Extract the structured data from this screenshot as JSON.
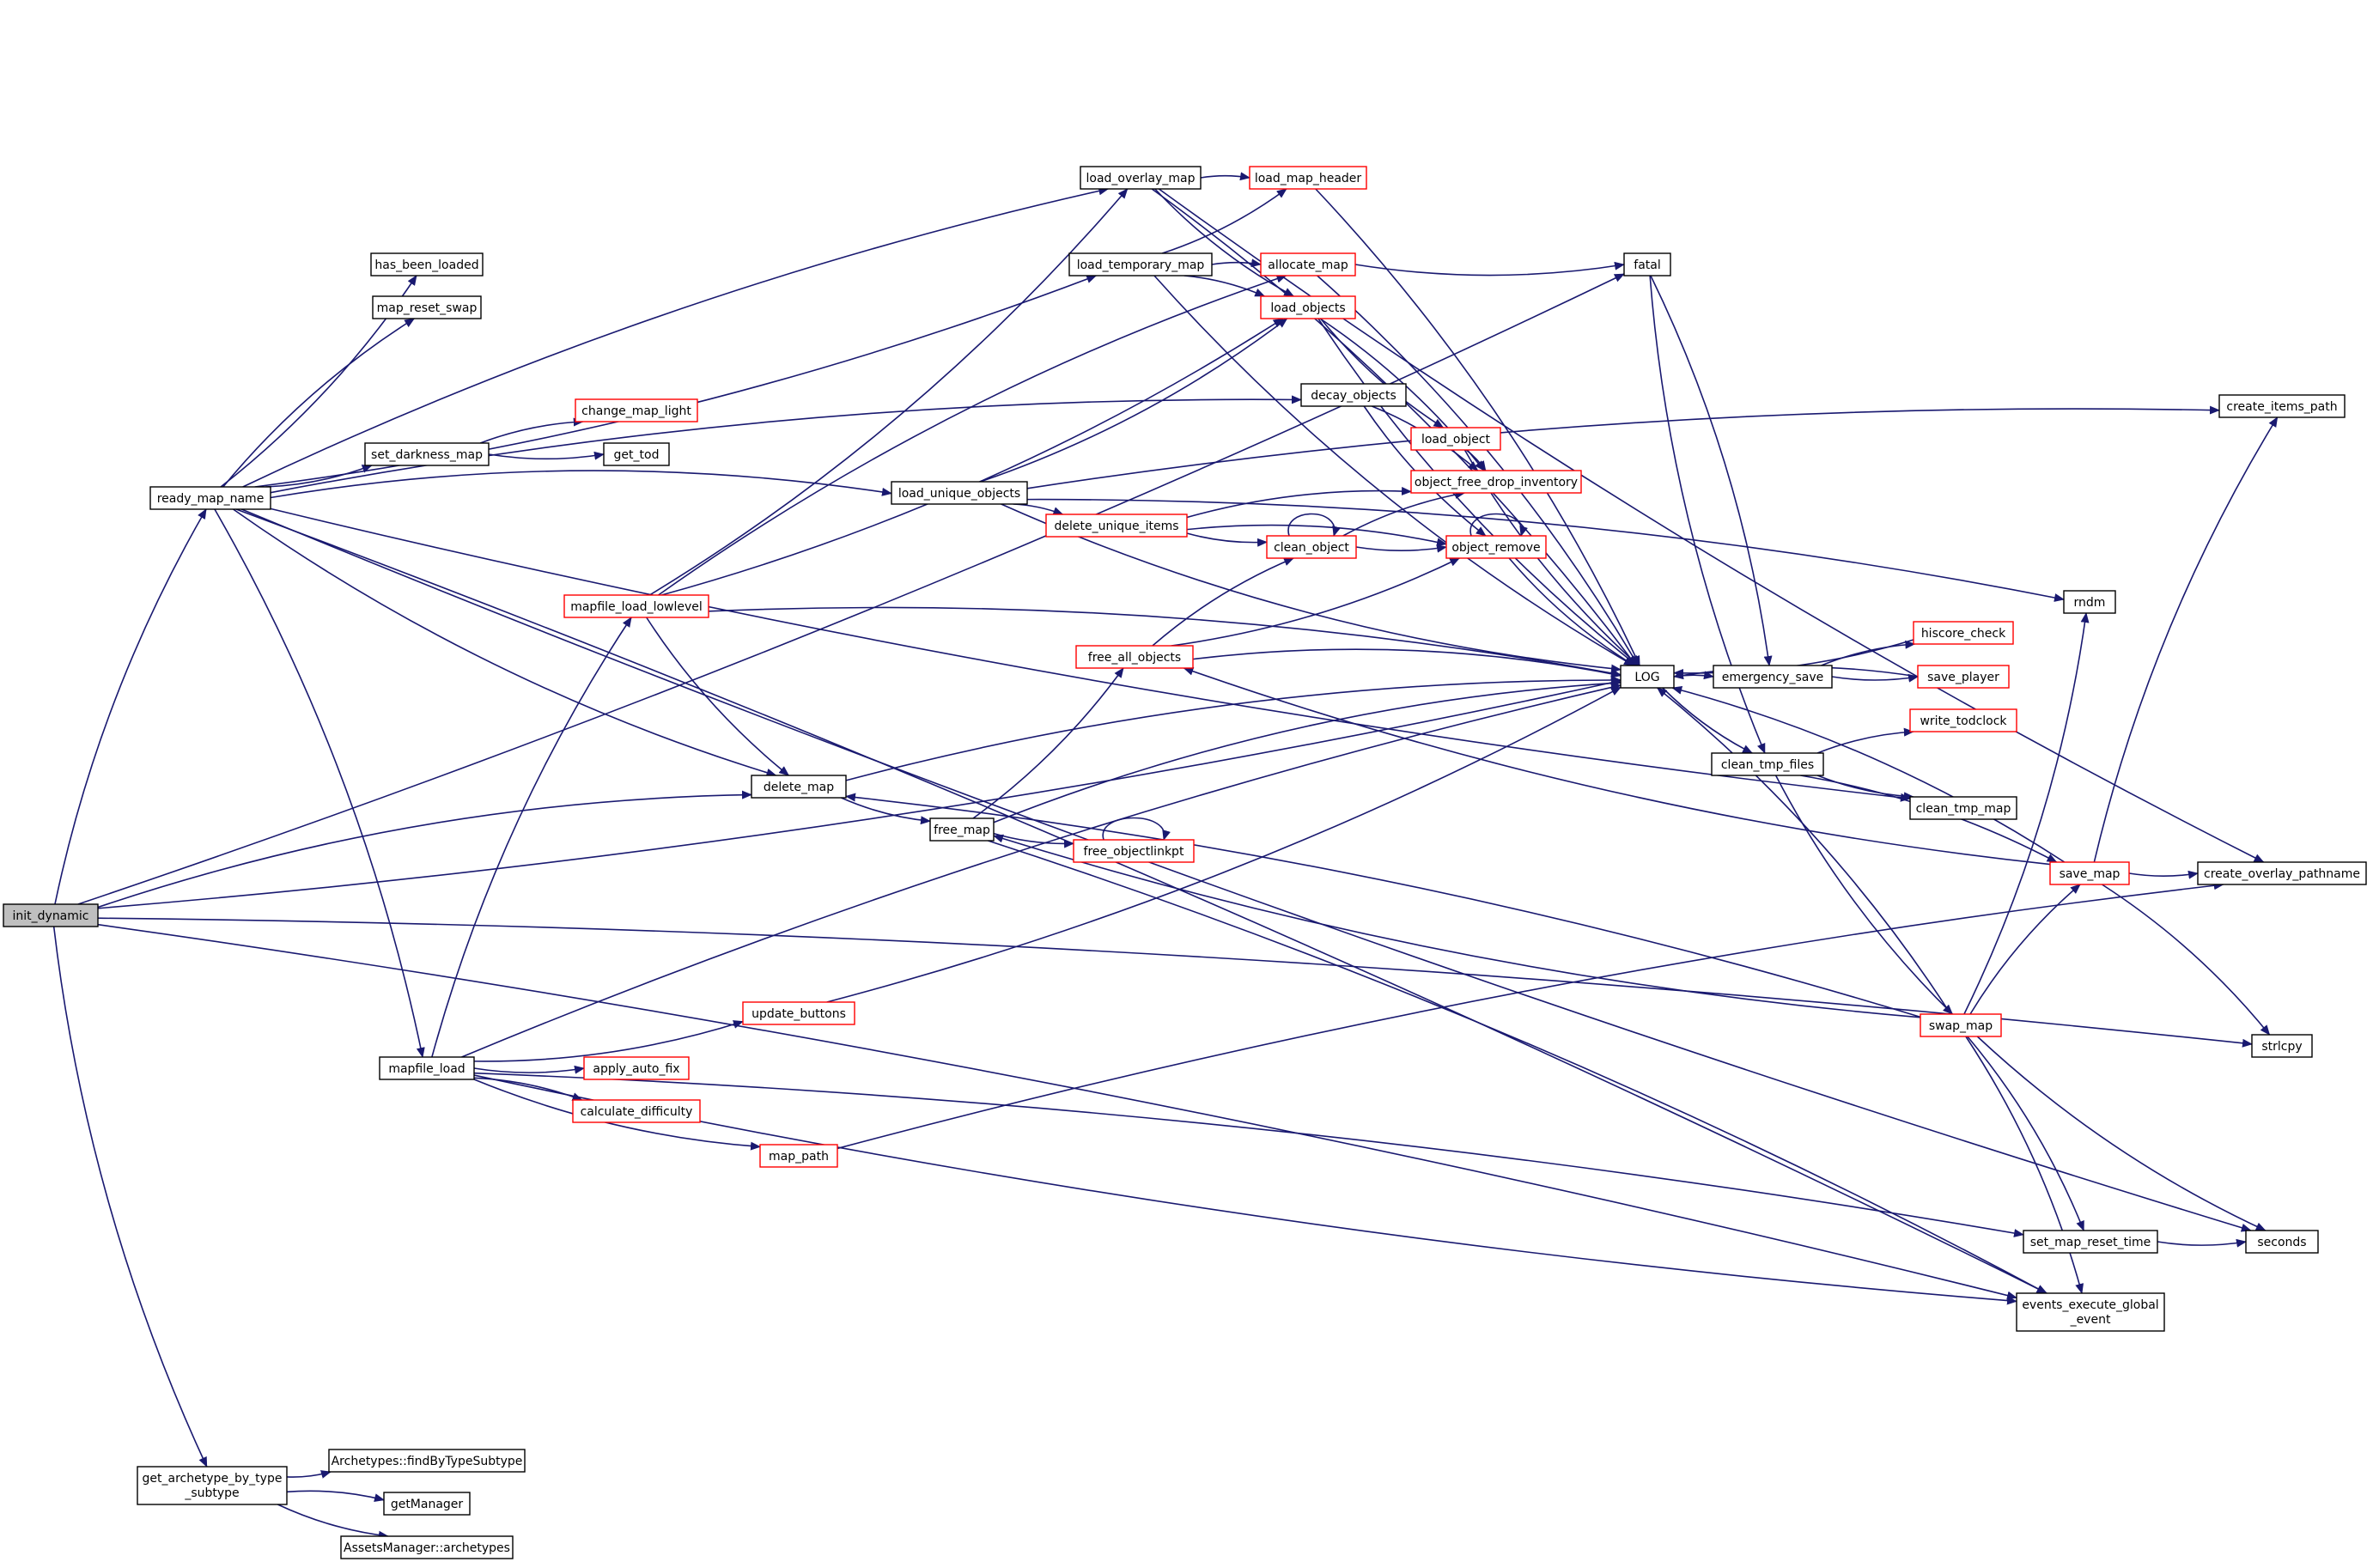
{
  "graph": {
    "edge_color": "#191970",
    "node_border_default": "#000000",
    "node_border_highlight": "#ff0000",
    "root_fill": "#bfbfbf",
    "nodes": [
      {
        "id": "init_dynamic",
        "label": "init_dynamic",
        "border": "black",
        "root": true
      },
      {
        "id": "ready_map_name",
        "label": "ready_map_name",
        "border": "black"
      },
      {
        "id": "delete_map",
        "label": "delete_map",
        "border": "black"
      },
      {
        "id": "LOG",
        "label": "LOG",
        "border": "black"
      },
      {
        "id": "get_archetype_by_type_subtype",
        "label": "get_archetype_by_type",
        "label2": "_subtype",
        "border": "black"
      },
      {
        "id": "load_overlay_map",
        "label": "load_overlay_map",
        "border": "black"
      },
      {
        "id": "has_been_loaded",
        "label": "has_been_loaded",
        "border": "black"
      },
      {
        "id": "map_reset_swap",
        "label": "map_reset_swap",
        "border": "black"
      },
      {
        "id": "load_temporary_map",
        "label": "load_temporary_map",
        "border": "black"
      },
      {
        "id": "set_darkness_map",
        "label": "set_darkness_map",
        "border": "black"
      },
      {
        "id": "change_map_light",
        "label": "change_map_light",
        "border": "red"
      },
      {
        "id": "get_tod",
        "label": "get_tod",
        "border": "black"
      },
      {
        "id": "load_unique_objects",
        "label": "load_unique_objects",
        "border": "black"
      },
      {
        "id": "mapfile_load_lowlevel",
        "label": "mapfile_load_lowlevel",
        "border": "red"
      },
      {
        "id": "load_map_header",
        "label": "load_map_header",
        "border": "red"
      },
      {
        "id": "allocate_map",
        "label": "allocate_map",
        "border": "red"
      },
      {
        "id": "load_objects",
        "label": "load_objects",
        "border": "red"
      },
      {
        "id": "fatal",
        "label": "fatal",
        "border": "black"
      },
      {
        "id": "decay_objects",
        "label": "decay_objects",
        "border": "black"
      },
      {
        "id": "load_object",
        "label": "load_object",
        "border": "red"
      },
      {
        "id": "object_free_drop_inventory",
        "label": "object_free_drop_inventory",
        "border": "red"
      },
      {
        "id": "delete_unique_items",
        "label": "delete_unique_items",
        "border": "red"
      },
      {
        "id": "clean_object",
        "label": "clean_object",
        "border": "red"
      },
      {
        "id": "object_remove",
        "label": "object_remove",
        "border": "red"
      },
      {
        "id": "free_all_objects",
        "label": "free_all_objects",
        "border": "red"
      },
      {
        "id": "free_map",
        "label": "free_map",
        "border": "black"
      },
      {
        "id": "free_objectlinkpt",
        "label": "free_objectlinkpt",
        "border": "red"
      },
      {
        "id": "emergency_save",
        "label": "emergency_save",
        "border": "black"
      },
      {
        "id": "hiscore_check",
        "label": "hiscore_check",
        "border": "red"
      },
      {
        "id": "save_player",
        "label": "save_player",
        "border": "red"
      },
      {
        "id": "write_todclock",
        "label": "write_todclock",
        "border": "red"
      },
      {
        "id": "clean_tmp_files",
        "label": "clean_tmp_files",
        "border": "black"
      },
      {
        "id": "clean_tmp_map",
        "label": "clean_tmp_map",
        "border": "black"
      },
      {
        "id": "rndm",
        "label": "rndm",
        "border": "black"
      },
      {
        "id": "create_items_path",
        "label": "create_items_path",
        "border": "black"
      },
      {
        "id": "save_map",
        "label": "save_map",
        "border": "red"
      },
      {
        "id": "create_overlay_pathname",
        "label": "create_overlay_pathname",
        "border": "black"
      },
      {
        "id": "swap_map",
        "label": "swap_map",
        "border": "red"
      },
      {
        "id": "update_buttons",
        "label": "update_buttons",
        "border": "red"
      },
      {
        "id": "mapfile_load",
        "label": "mapfile_load",
        "border": "black"
      },
      {
        "id": "apply_auto_fix",
        "label": "apply_auto_fix",
        "border": "red"
      },
      {
        "id": "calculate_difficulty",
        "label": "calculate_difficulty",
        "border": "red"
      },
      {
        "id": "map_path",
        "label": "map_path",
        "border": "red"
      },
      {
        "id": "strlcpy",
        "label": "strlcpy",
        "border": "black"
      },
      {
        "id": "set_map_reset_time",
        "label": "set_map_reset_time",
        "border": "black"
      },
      {
        "id": "seconds",
        "label": "seconds",
        "border": "black"
      },
      {
        "id": "events_execute_global_event",
        "label": "events_execute_global",
        "label2": "_event",
        "border": "black"
      },
      {
        "id": "Archetypes_findByTypeSubtype",
        "label": "Archetypes::findByTypeSubtype",
        "border": "black"
      },
      {
        "id": "getManager",
        "label": "getManager",
        "border": "black"
      },
      {
        "id": "AssetsManager_archetypes",
        "label": "AssetsManager::archetypes",
        "border": "black"
      }
    ],
    "edges": [
      [
        "init_dynamic",
        "ready_map_name"
      ],
      [
        "init_dynamic",
        "fatal"
      ],
      [
        "init_dynamic",
        "delete_map"
      ],
      [
        "init_dynamic",
        "LOG"
      ],
      [
        "init_dynamic",
        "events_execute_global_event"
      ],
      [
        "init_dynamic",
        "get_archetype_by_type_subtype"
      ],
      [
        "ready_map_name",
        "load_overlay_map"
      ],
      [
        "ready_map_name",
        "has_been_loaded"
      ],
      [
        "ready_map_name",
        "map_reset_swap"
      ],
      [
        "ready_map_name",
        "load_temporary_map"
      ],
      [
        "ready_map_name",
        "decay_objects"
      ],
      [
        "ready_map_name",
        "set_darkness_map"
      ],
      [
        "ready_map_name",
        "load_unique_objects"
      ],
      [
        "ready_map_name",
        "delete_map"
      ],
      [
        "ready_map_name",
        "mapfile_load"
      ],
      [
        "ready_map_name",
        "clean_tmp_map"
      ],
      [
        "ready_map_name",
        "events_execute_global_event"
      ],
      [
        "ready_map_name",
        "seconds"
      ],
      [
        "load_overlay_map",
        "load_map_header"
      ],
      [
        "load_overlay_map",
        "load_objects"
      ],
      [
        "load_overlay_map",
        "LOG"
      ],
      [
        "load_overlay_map",
        "create_overlay_pathname"
      ],
      [
        "load_temporary_map",
        "allocate_map"
      ],
      [
        "load_temporary_map",
        "load_map_header"
      ],
      [
        "load_temporary_map",
        "load_objects"
      ],
      [
        "load_temporary_map",
        "LOG"
      ],
      [
        "set_darkness_map",
        "change_map_light"
      ],
      [
        "set_darkness_map",
        "get_tod"
      ],
      [
        "load_unique_objects",
        "create_items_path"
      ],
      [
        "load_unique_objects",
        "load_objects"
      ],
      [
        "load_unique_objects",
        "delete_unique_items"
      ],
      [
        "load_unique_objects",
        "LOG"
      ],
      [
        "load_unique_objects",
        "rndm"
      ],
      [
        "mapfile_load_lowlevel",
        "load_overlay_map"
      ],
      [
        "mapfile_load_lowlevel",
        "allocate_map"
      ],
      [
        "mapfile_load_lowlevel",
        "load_objects"
      ],
      [
        "mapfile_load_lowlevel",
        "LOG"
      ],
      [
        "mapfile_load_lowlevel",
        "delete_map"
      ],
      [
        "load_map_header",
        "LOG"
      ],
      [
        "allocate_map",
        "fatal"
      ],
      [
        "allocate_map",
        "LOG"
      ],
      [
        "load_objects",
        "load_object"
      ],
      [
        "load_objects",
        "object_free_drop_inventory"
      ],
      [
        "load_objects",
        "LOG"
      ],
      [
        "fatal",
        "emergency_save"
      ],
      [
        "fatal",
        "clean_tmp_files"
      ],
      [
        "decay_objects",
        "object_free_drop_inventory"
      ],
      [
        "decay_objects",
        "object_remove"
      ],
      [
        "load_object",
        "object_free_drop_inventory"
      ],
      [
        "load_object",
        "LOG"
      ],
      [
        "delete_unique_items",
        "object_free_drop_inventory"
      ],
      [
        "delete_unique_items",
        "clean_object"
      ],
      [
        "delete_unique_items",
        "object_remove"
      ],
      [
        "clean_object",
        "clean_object"
      ],
      [
        "clean_object",
        "object_free_drop_inventory"
      ],
      [
        "clean_object",
        "object_remove"
      ],
      [
        "object_remove",
        "object_remove"
      ],
      [
        "object_remove",
        "LOG"
      ],
      [
        "free_all_objects",
        "clean_object"
      ],
      [
        "free_all_objects",
        "object_remove"
      ],
      [
        "free_all_objects",
        "LOG"
      ],
      [
        "delete_map",
        "free_map"
      ],
      [
        "delete_map",
        "LOG"
      ],
      [
        "free_map",
        "free_all_objects"
      ],
      [
        "free_map",
        "LOG"
      ],
      [
        "free_map",
        "free_objectlinkpt"
      ],
      [
        "free_map",
        "events_execute_global_event"
      ],
      [
        "free_objectlinkpt",
        "free_objectlinkpt"
      ],
      [
        "LOG",
        "emergency_save"
      ],
      [
        "LOG",
        "clean_tmp_files"
      ],
      [
        "emergency_save",
        "hiscore_check"
      ],
      [
        "emergency_save",
        "save_player"
      ],
      [
        "hiscore_check",
        "LOG"
      ],
      [
        "save_player",
        "LOG"
      ],
      [
        "clean_tmp_files",
        "write_todclock"
      ],
      [
        "clean_tmp_files",
        "clean_tmp_map"
      ],
      [
        "clean_tmp_files",
        "save_map"
      ],
      [
        "clean_tmp_files",
        "swap_map"
      ],
      [
        "save_map",
        "create_items_path"
      ],
      [
        "save_map",
        "create_overlay_pathname"
      ],
      [
        "save_map",
        "strlcpy"
      ],
      [
        "save_map",
        "LOG"
      ],
      [
        "save_map",
        "free_all_objects"
      ],
      [
        "swap_map",
        "rndm"
      ],
      [
        "swap_map",
        "save_map"
      ],
      [
        "swap_map",
        "LOG"
      ],
      [
        "swap_map",
        "free_map"
      ],
      [
        "swap_map",
        "delete_map"
      ],
      [
        "swap_map",
        "set_map_reset_time"
      ],
      [
        "swap_map",
        "seconds"
      ],
      [
        "swap_map",
        "events_execute_global_event"
      ],
      [
        "update_buttons",
        "LOG"
      ],
      [
        "mapfile_load",
        "mapfile_load_lowlevel"
      ],
      [
        "mapfile_load",
        "update_buttons"
      ],
      [
        "mapfile_load",
        "LOG"
      ],
      [
        "mapfile_load",
        "apply_auto_fix"
      ],
      [
        "mapfile_load",
        "calculate_difficulty"
      ],
      [
        "mapfile_load",
        "map_path"
      ],
      [
        "mapfile_load",
        "set_map_reset_time"
      ],
      [
        "mapfile_load",
        "events_execute_global_event"
      ],
      [
        "map_path",
        "create_overlay_pathname"
      ],
      [
        "set_map_reset_time",
        "seconds"
      ],
      [
        "init_dynamic",
        "strlcpy"
      ],
      [
        "get_archetype_by_type_subtype",
        "Archetypes_findByTypeSubtype"
      ],
      [
        "get_archetype_by_type_subtype",
        "getManager"
      ],
      [
        "get_archetype_by_type_subtype",
        "AssetsManager_archetypes"
      ]
    ]
  }
}
